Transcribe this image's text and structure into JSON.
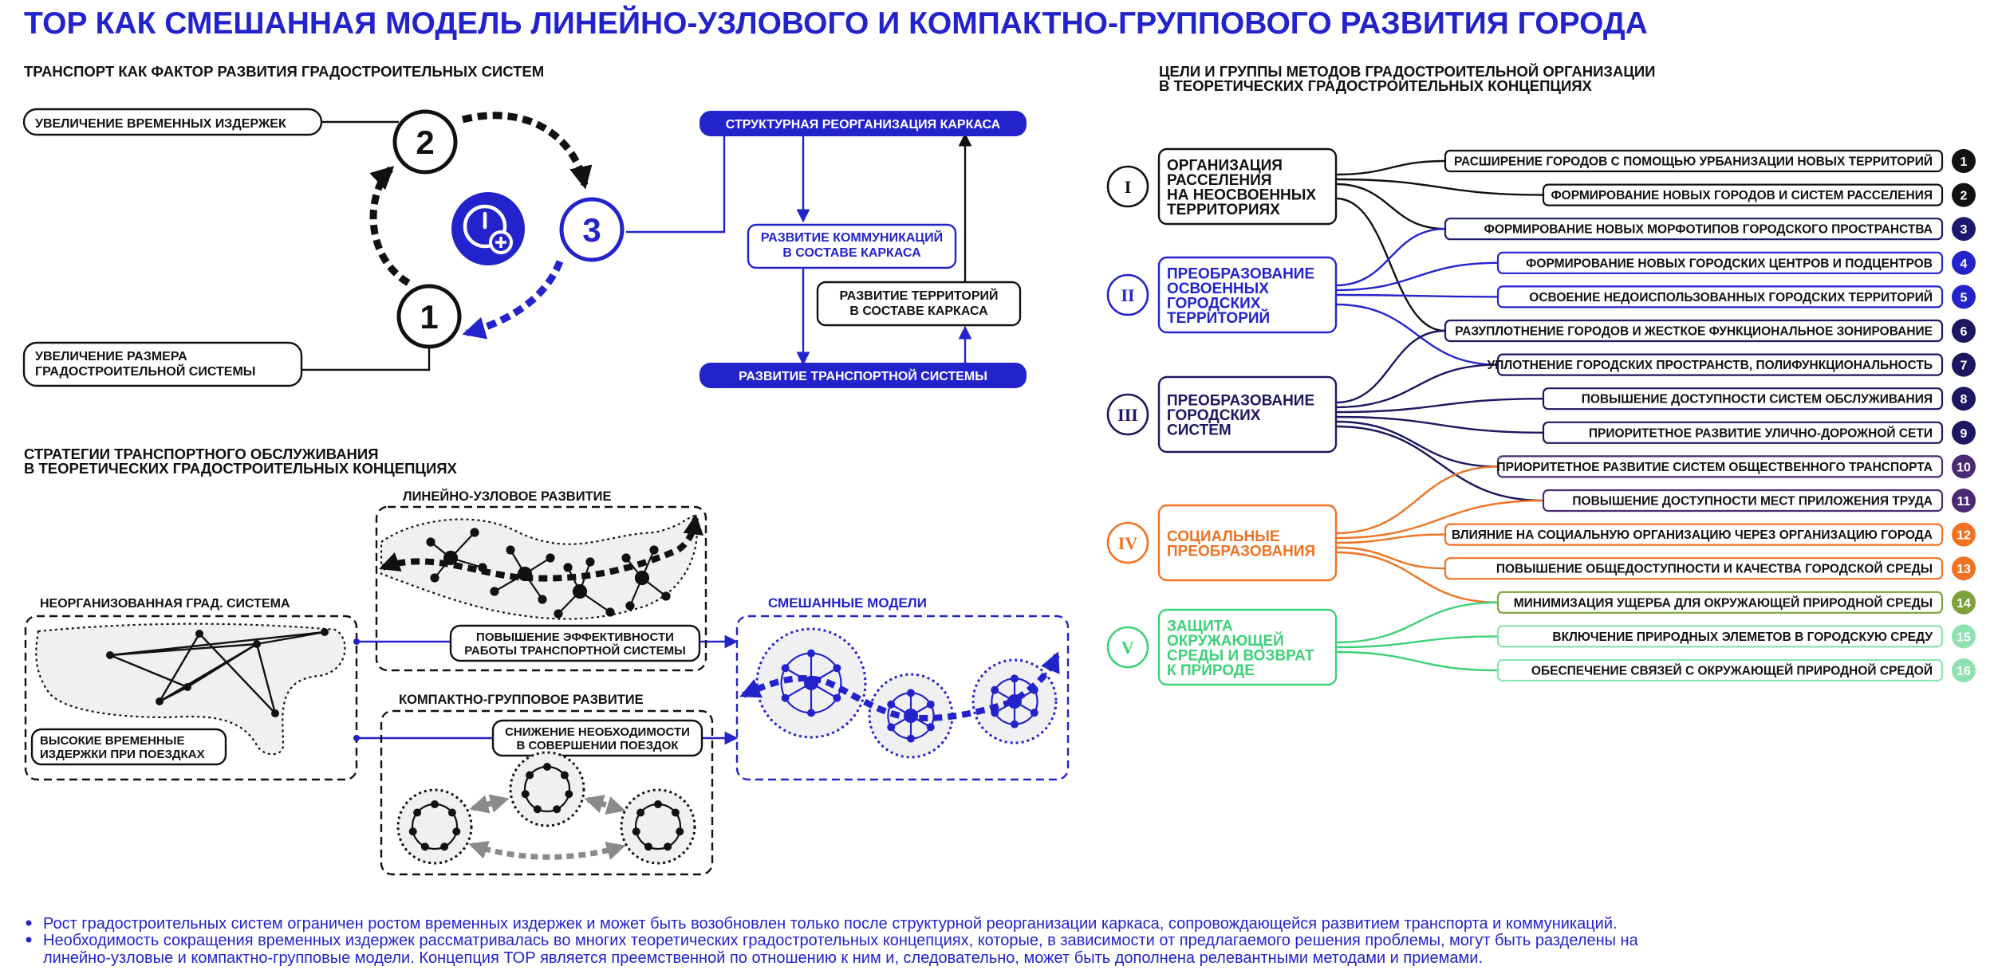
{
  "title": "TOP КАК СМЕШАННАЯ МОДЕЛЬ ЛИНЕЙНО-УЗЛОВОГО И КОМПАКТНО-ГРУППОВОГО РАЗВИТИЯ ГОРОДА",
  "colors": {
    "accent": "#2323cc",
    "dark": "#111111",
    "navy": "#1c1760",
    "orange": "#f07222",
    "green": "#3dd177",
    "gray": "#8a8a8a",
    "light_fill": "#f0f0f2"
  },
  "transport": {
    "heading": "ТРАНСПОРТ КАК ФАКТОР РАЗВИТИЯ ГРАДОСТРОИТЕЛЬНЫХ СИСТЕМ",
    "label_time_costs": "УВЕЛИЧЕНИЕ ВРЕМЕННЫХ ИЗДЕРЖЕК",
    "label_size_1": "УВЕЛИЧЕНИЕ РАЗМЕРА",
    "label_size_2": "ГРАДОСТРОИТЕЛЬНОЙ СИСТЕМЫ",
    "node1": "1",
    "node2": "2",
    "node3": "3",
    "center_icon": "clock-plus-icon",
    "reorg": "СТРУКТУРНАЯ РЕОРГАНИЗАЦИЯ КАРКАСА",
    "comm_1": "РАЗВИТИЕ КОММУНИКАЦИЙ",
    "comm_2": "В СОСТАВЕ КАРКАСА",
    "terr_1": "РАЗВИТИЕ ТЕРРИТОРИЙ",
    "terr_2": "В СОСТАВЕ КАРКАСА",
    "transport_sys": "РАЗВИТИЕ ТРАНСПОРТНОЙ СИСТЕМЫ"
  },
  "strategies": {
    "heading_1": "СТРАТЕГИИ ТРАНСПОРТНОГО ОБСЛУЖИВАНИЯ",
    "heading_2": "В ТЕОРЕТИЧЕСКИХ ГРАДОСТРОИТЕЛЬНЫХ КОНЦЕПЦИЯХ",
    "linear": "ЛИНЕЙНО-УЗЛОВОЕ РАЗВИТИЕ",
    "unorganized": "НЕОРГАНИЗОВАННАЯ ГРАД. СИСТЕМА",
    "high_costs_1": "ВЫСОКИЕ ВРЕМЕННЫЕ",
    "high_costs_2": "ИЗДЕРЖКИ ПРИ ПОЕЗДКАХ",
    "efficiency_1": "ПОВЫШЕНИЕ ЭФФЕКТИВНОСТИ",
    "efficiency_2": "РАБОТЫ ТРАНСПОРТНОЙ СИСТЕМЫ",
    "compact": "КОМПАКТНО-ГРУППОВОЕ РАЗВИТИЕ",
    "reduce_1": "СНИЖЕНИЕ НЕОБХОДИМОСТИ",
    "reduce_2": "В СОВЕРШЕНИИ ПОЕЗДОК",
    "mixed": "СМЕШАННЫЕ МОДЕЛИ"
  },
  "goals": {
    "heading_1": "ЦЕЛИ И ГРУППЫ МЕТОДОВ ГРАДОСТРОИТЕЛЬНОЙ ОРГАНИЗАЦИИ",
    "heading_2": "В ТЕОРЕТИЧЕСКИХ ГРАДОСТРОИТЕЛЬНЫХ КОНЦЕПЦИЯХ",
    "groups": [
      {
        "roman": "I",
        "lines": [
          "ОРГАНИЗАЦИЯ",
          "РАССЕЛЕНИЯ",
          "НА НЕОСВОЕННЫХ",
          "ТЕРРИТОРИЯХ"
        ],
        "color": "#111111"
      },
      {
        "roman": "II",
        "lines": [
          "ПРЕОБРАЗОВАНИЕ",
          "ОСВОЕННЫХ",
          "ГОРОДСКИХ",
          "ТЕРРИТОРИЙ"
        ],
        "color": "#2323cc"
      },
      {
        "roman": "III",
        "lines": [
          "ПРЕОБРАЗОВАНИЕ",
          "ГОРОДСКИХ",
          "СИСТЕМ"
        ],
        "color": "#1c1760"
      },
      {
        "roman": "IV",
        "lines": [
          "СОЦИАЛЬНЫЕ",
          "ПРЕОБРАЗОВАНИЯ"
        ],
        "color": "#f07222"
      },
      {
        "roman": "V",
        "lines": [
          "ЗАЩИТА",
          "ОКРУЖАЮЩЕЙ",
          "СРЕДЫ И ВОЗВРАТ",
          "К ПРИРОДЕ"
        ],
        "color": "#3dd177"
      }
    ],
    "methods": [
      {
        "num": "1",
        "label": "РАСШИРЕНИЕ ГОРОДОВ С ПОМОЩЬЮ УРБАНИЗАЦИИ НОВЫХ ТЕРРИТОРИЙ",
        "color": "#111111"
      },
      {
        "num": "2",
        "label": "ФОРМИРОВАНИЕ НОВЫХ ГОРОДОВ И СИСТЕМ РАССЕЛЕНИЯ",
        "color": "#111111"
      },
      {
        "num": "3",
        "label": "ФОРМИРОВАНИЕ НОВЫХ МОРФОТИПОВ ГОРОДСКОГО ПРОСТРАНСТВА",
        "color": "#1c1a6e"
      },
      {
        "num": "4",
        "label": "ФОРМИРОВАНИЕ НОВЫХ ГОРОДСКИХ ЦЕНТРОВ И ПОДЦЕНТРОВ",
        "color": "#2323cc"
      },
      {
        "num": "5",
        "label": "ОСВОЕНИЕ НЕДОИСПОЛЬЗОВАННЫХ ГОРОДСКИХ ТЕРРИТОРИЙ",
        "color": "#2323cc"
      },
      {
        "num": "6",
        "label": "РАЗУПЛОТНЕНИЕ ГОРОДОВ И ЖЕСТКОЕ ФУНКЦИОНАЛЬНОЕ ЗОНИРОВАНИЕ",
        "color": "#1c1760"
      },
      {
        "num": "7",
        "label": "УПЛОТНЕНИЕ ГОРОДСКИХ ПРОСТРАНСТВ, ПОЛИФУНКЦИОНАЛЬНОСТЬ",
        "color": "#1c1760"
      },
      {
        "num": "8",
        "label": "ПОВЫШЕНИЕ ДОСТУПНОСТИ СИСТЕМ ОБСЛУЖИВАНИЯ",
        "color": "#1c1760"
      },
      {
        "num": "9",
        "label": "ПРИОРИТЕТНОЕ РАЗВИТИЕ УЛИЧНО-ДОРОЖНОЙ СЕТИ",
        "color": "#1c1760"
      },
      {
        "num": "10",
        "label": "ПРИОРИТЕТНОЕ РАЗВИТИЕ СИСТЕМ ОБЩЕСТВЕННОГО ТРАНСПОРТА",
        "color": "#4a2a72"
      },
      {
        "num": "11",
        "label": "ПОВЫШЕНИЕ ДОСТУПНОСТИ МЕСТ ПРИЛОЖЕНИЯ ТРУДА",
        "color": "#4a2a72"
      },
      {
        "num": "12",
        "label": "ВЛИЯНИЕ НА СОЦИАЛЬНУЮ ОРГАНИЗАЦИЮ ЧЕРЕЗ ОРГАНИЗАЦИЮ ГОРОДА",
        "color": "#f07222"
      },
      {
        "num": "13",
        "label": "ПОВЫШЕНИЕ ОБЩЕДОСТУПНОСТИ И КАЧЕСТВА ГОРОДСКОЙ СРЕДЫ",
        "color": "#f07222"
      },
      {
        "num": "14",
        "label": "МИНИМИЗАЦИЯ УЩЕРБА ДЛЯ ОКРУЖАЮЩЕЙ ПРИРОДНОЙ СРЕДЫ",
        "color": "#7fa23a"
      },
      {
        "num": "15",
        "label": "ВКЛЮЧЕНИЕ ПРИРОДНЫХ ЭЛЕМЕТОВ В ГОРОДСКУЮ СРЕДУ",
        "color": "#8ee2b0"
      },
      {
        "num": "16",
        "label": "ОБЕСПЕЧЕНИЕ СВЯЗЕЙ С ОКРУЖАЮЩЕЙ ПРИРОДНОЙ СРЕДОЙ",
        "color": "#8ee2b0"
      }
    ]
  },
  "notes": [
    "Рост градостроительных систем ограничен ростом временных издержек и может быть возобновлен только после структурной реорганизации каркаса, сопровождающейся развитием транспорта и коммуникаций.",
    "Необходимость сокращения временных издержек рассматривалась во многих теоретических градостротельных концепциях, которые, в зависимости от предлагаемого решения проблемы, могут быть разделены на",
    "линейно-узловые и компактно-групповые модели. Концепция ТОР является преемственной по отношению к ним и, следовательно, может быть дополнена релевантными методами и приемами."
  ]
}
